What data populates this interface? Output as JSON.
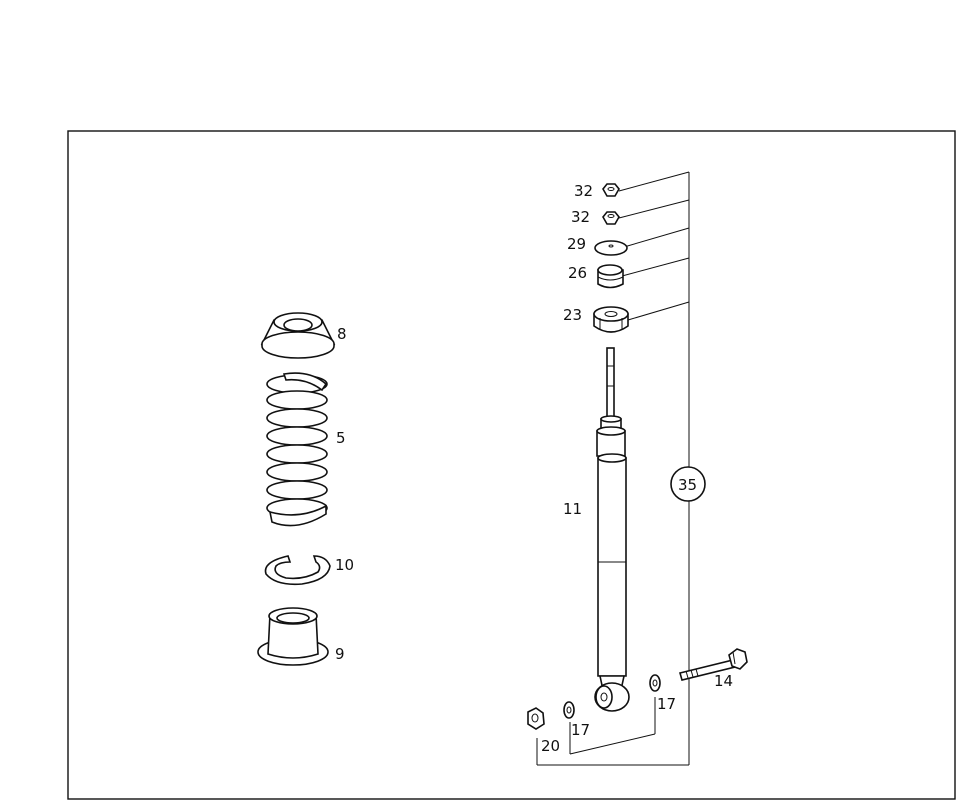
{
  "diagram": {
    "parts": {
      "spring_seat_upper": "8",
      "coil_spring": "5",
      "spring_clip": "10",
      "spring_seat_lower": "9",
      "nut_a": "32",
      "nut_b": "32",
      "washer": "29",
      "bushing": "26",
      "mount": "23",
      "shock_absorber": "11",
      "group": "35",
      "bolt": "14",
      "washer_right": "17",
      "washer_left": "17",
      "nut_bottom": "20"
    }
  },
  "colors": {
    "line": "#111111",
    "background": "#ffffff"
  }
}
